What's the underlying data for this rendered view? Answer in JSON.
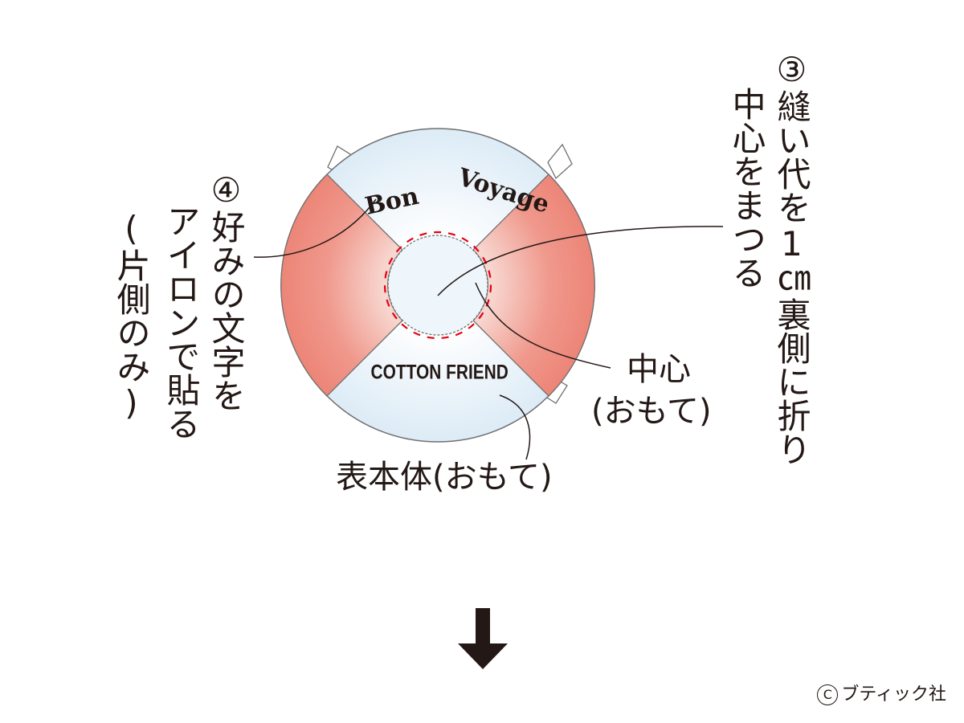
{
  "step3": {
    "column1": "③縫い代を1㎝裏側に折り",
    "column2": "中心をまつる"
  },
  "step4": {
    "column1": "④好みの文字を",
    "column2": "アイロンで貼る",
    "column3": "(片側のみ)"
  },
  "ring": {
    "top_text_left": "Bon",
    "top_text_right": "Voyage",
    "bottom_text": "COTTON FRIEND"
  },
  "labels": {
    "center_line1": "中心",
    "center_line2": "(おもて)",
    "front_body": "表本体(おもて)"
  },
  "copyright": {
    "symbol": "C",
    "text": "ブティック社"
  },
  "colors": {
    "ring_light": "#e3f1fa",
    "ring_red": "#ee8a7e",
    "stitch_red": "#e60012",
    "outline": "#6f6f6f",
    "ink": "#231815"
  },
  "icons": {
    "arrow": "down-arrow-icon"
  }
}
